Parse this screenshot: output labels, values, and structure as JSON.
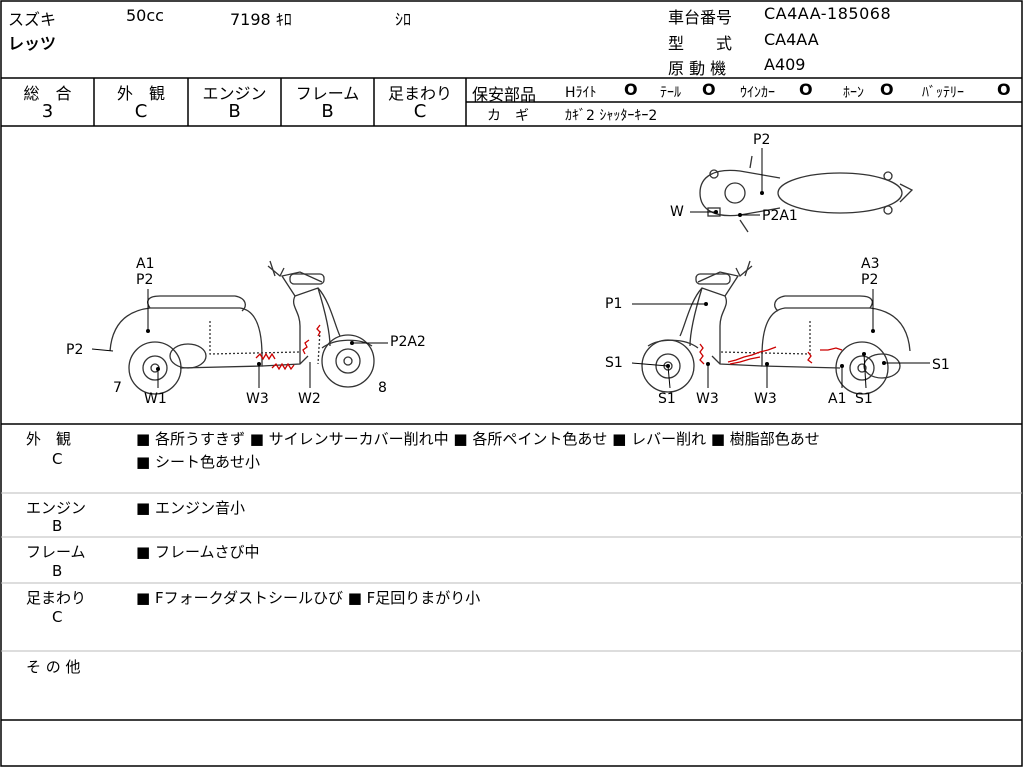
{
  "header": {
    "maker": "スズキ",
    "cc": "50cc",
    "mileage": "7198 ｷﾛ",
    "color": "ｼﾛ",
    "model": "レッツ",
    "frame_no_label": "車台番号",
    "frame_no": "CA4AA-185068",
    "type_label": "型　　式",
    "type": "CA4AA",
    "engine_label": "原 動 機",
    "engine": "A409"
  },
  "grades": [
    {
      "label": "総　合",
      "value": "3"
    },
    {
      "label": "外　観",
      "value": "C"
    },
    {
      "label": "エンジン",
      "value": "B"
    },
    {
      "label": "フレーム",
      "value": "B"
    },
    {
      "label": "足まわり",
      "value": "C"
    }
  ],
  "safety": {
    "label": "保安部品",
    "items": [
      {
        "name": "Hﾗｲﾄ",
        "mark": "O"
      },
      {
        "name": "ﾃｰﾙ",
        "mark": "O"
      },
      {
        "name": "ｳｲﾝｶｰ",
        "mark": "O"
      },
      {
        "name": "ﾎｰﾝ",
        "mark": "O"
      },
      {
        "name": "ﾊﾞｯﾃﾘｰ",
        "mark": "O"
      }
    ],
    "key_label": "カ　ギ",
    "key_text": "ｶｷﾞ2 ｼｬｯﾀｰｷｰ2"
  },
  "diagram_labels": {
    "left": {
      "a1": "A1",
      "p2_top": "P2",
      "p2_side": "P2",
      "p2a2": "P2A2",
      "seven": "7",
      "eight": "8",
      "w1": "W1",
      "w3": "W3",
      "w2": "W2"
    },
    "top": {
      "p2": "P2",
      "w": "W",
      "p2a1": "P2A1"
    },
    "right": {
      "a3": "A3",
      "p2": "P2",
      "p1": "P1",
      "s1_left": "S1",
      "s1_right": "S1",
      "s1_b1": "S1",
      "w3_a": "W3",
      "w3_b": "W3",
      "a1": "A1",
      "s1_b2": "S1"
    }
  },
  "remarks": [
    {
      "label": "外　観",
      "grade": "C",
      "lines": [
        "■ 各所うすきず ■ サイレンサーカバー削れ中 ■ 各所ペイント色あせ ■ レバー削れ ■ 樹脂部色あせ",
        "■ シート色あせ小"
      ]
    },
    {
      "label": "エンジン",
      "grade": "B",
      "lines": [
        "■ エンジン音小"
      ]
    },
    {
      "label": "フレーム",
      "grade": "B",
      "lines": [
        "■ フレームさび中"
      ]
    },
    {
      "label": "足まわり",
      "grade": "C",
      "lines": [
        "■ Fフォークダストシールひび ■ F足回りまがり小"
      ]
    },
    {
      "label": "そ の 他",
      "grade": "",
      "lines": []
    }
  ],
  "colors": {
    "damage": "#cc0000",
    "line": "#000000"
  }
}
